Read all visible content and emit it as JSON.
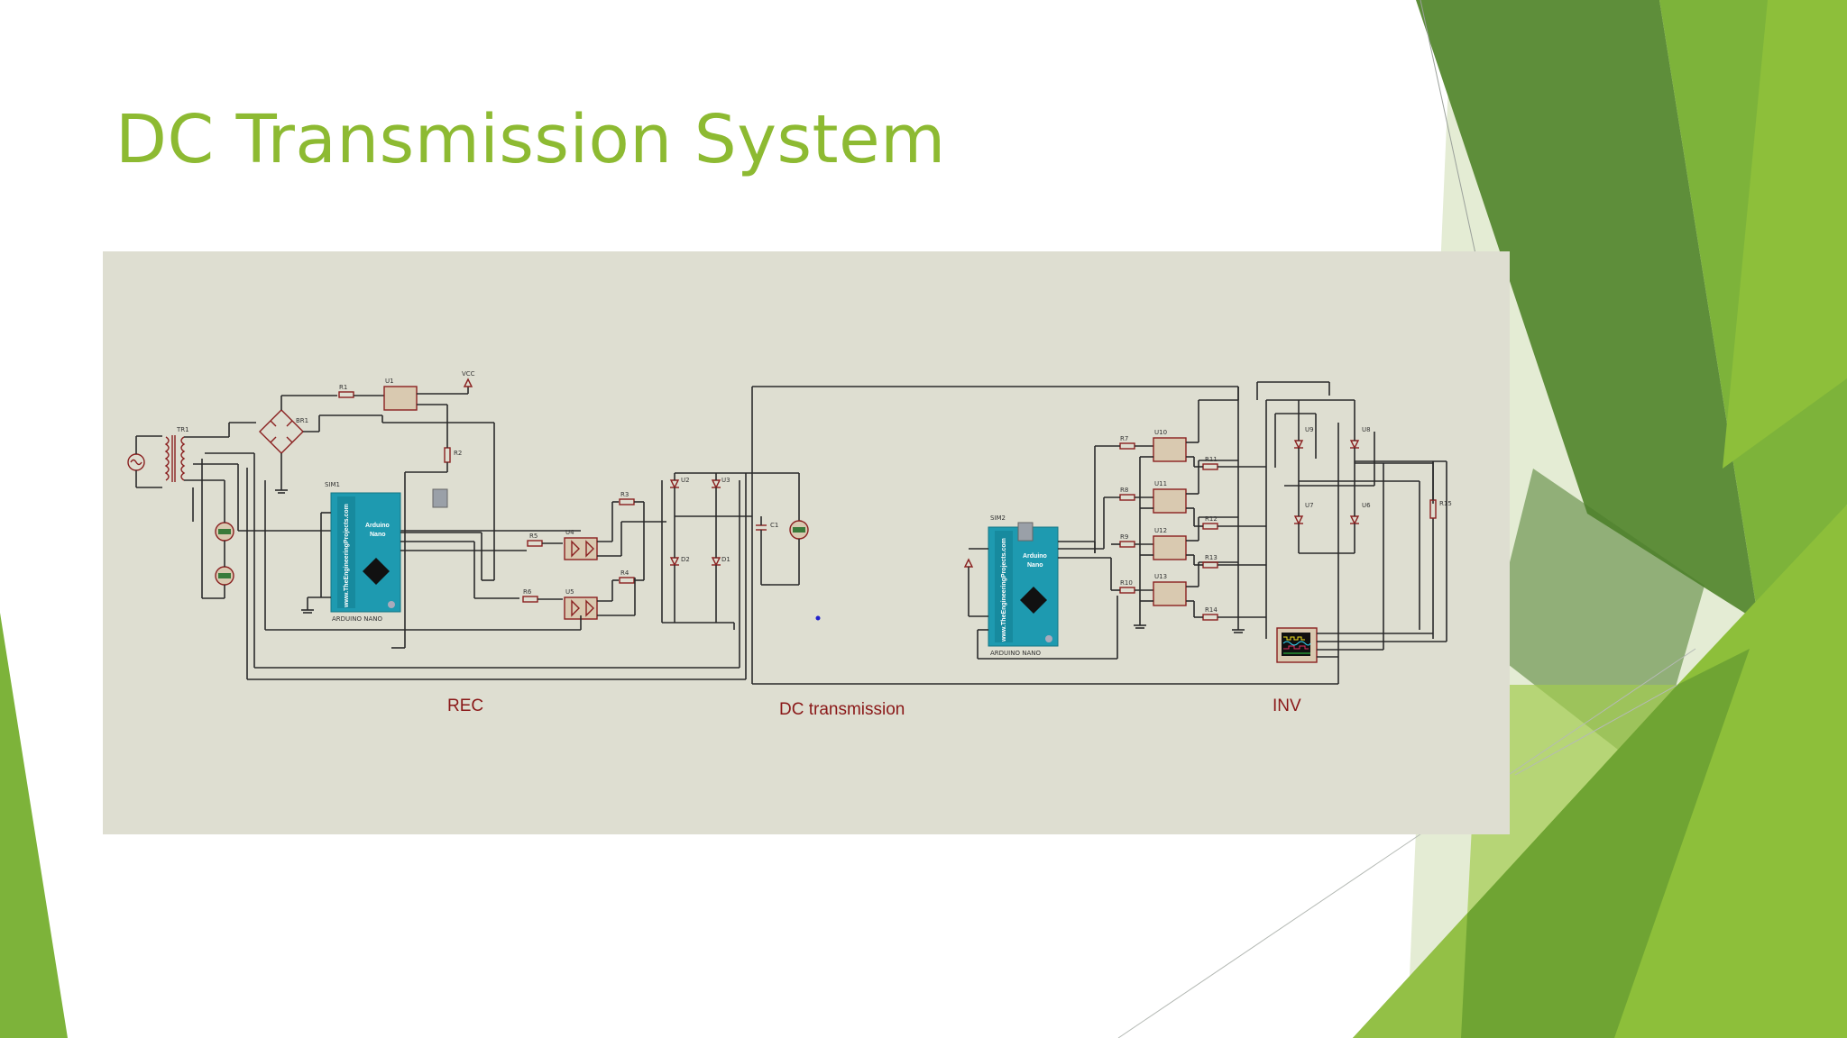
{
  "slide": {
    "title": "DC Transmission System"
  },
  "schematic": {
    "sections": {
      "rectifier": "REC",
      "transmission": "DC transmission",
      "inverter": "INV"
    },
    "boards": {
      "left": {
        "ref": "SIM1",
        "name_line1": "Arduino",
        "name_line2": "Nano",
        "side_text": "www.TheEngineeringProjects.com",
        "part": "ARDUINO NANO"
      },
      "right": {
        "ref": "SIM2",
        "name_line1": "Arduino",
        "name_line2": "Nano",
        "side_text": "www.TheEngineeringProjects.com",
        "part": "ARDUINO NANO"
      }
    },
    "component_labels": {
      "tr1": "TR1",
      "br1": "BR1",
      "r1": "R1",
      "u1": "U1",
      "vcc": "VCC",
      "r2": "R2",
      "r3": "R3",
      "u2": "U2",
      "u3": "U3",
      "u4": "U4",
      "u5": "U5",
      "r4": "R4",
      "r5": "R5",
      "r6": "R6",
      "d1": "D1",
      "d2": "D2",
      "c1": "C1",
      "r7": "R7",
      "r8": "R8",
      "r9": "R9",
      "r10": "R10",
      "r11": "R11",
      "r12": "R12",
      "r13": "R13",
      "r14": "R14",
      "r15": "R15",
      "u6": "U6",
      "u7": "U7",
      "u8": "U8",
      "u9": "U9",
      "u10": "U10",
      "u11": "U11",
      "u12": "U12",
      "u13": "U13"
    }
  },
  "theme": {
    "title_color": "#8DBA32",
    "panel_color": "#DEDED1",
    "wire_color": "#2a2a2a",
    "component_color": "#8a2020",
    "section_label_color": "#8a1818",
    "board_color": "#1E9AB0",
    "accent_greens": [
      "#5E8E3A",
      "#7DB33A",
      "#A2CC4E",
      "#4C7D2B"
    ]
  }
}
